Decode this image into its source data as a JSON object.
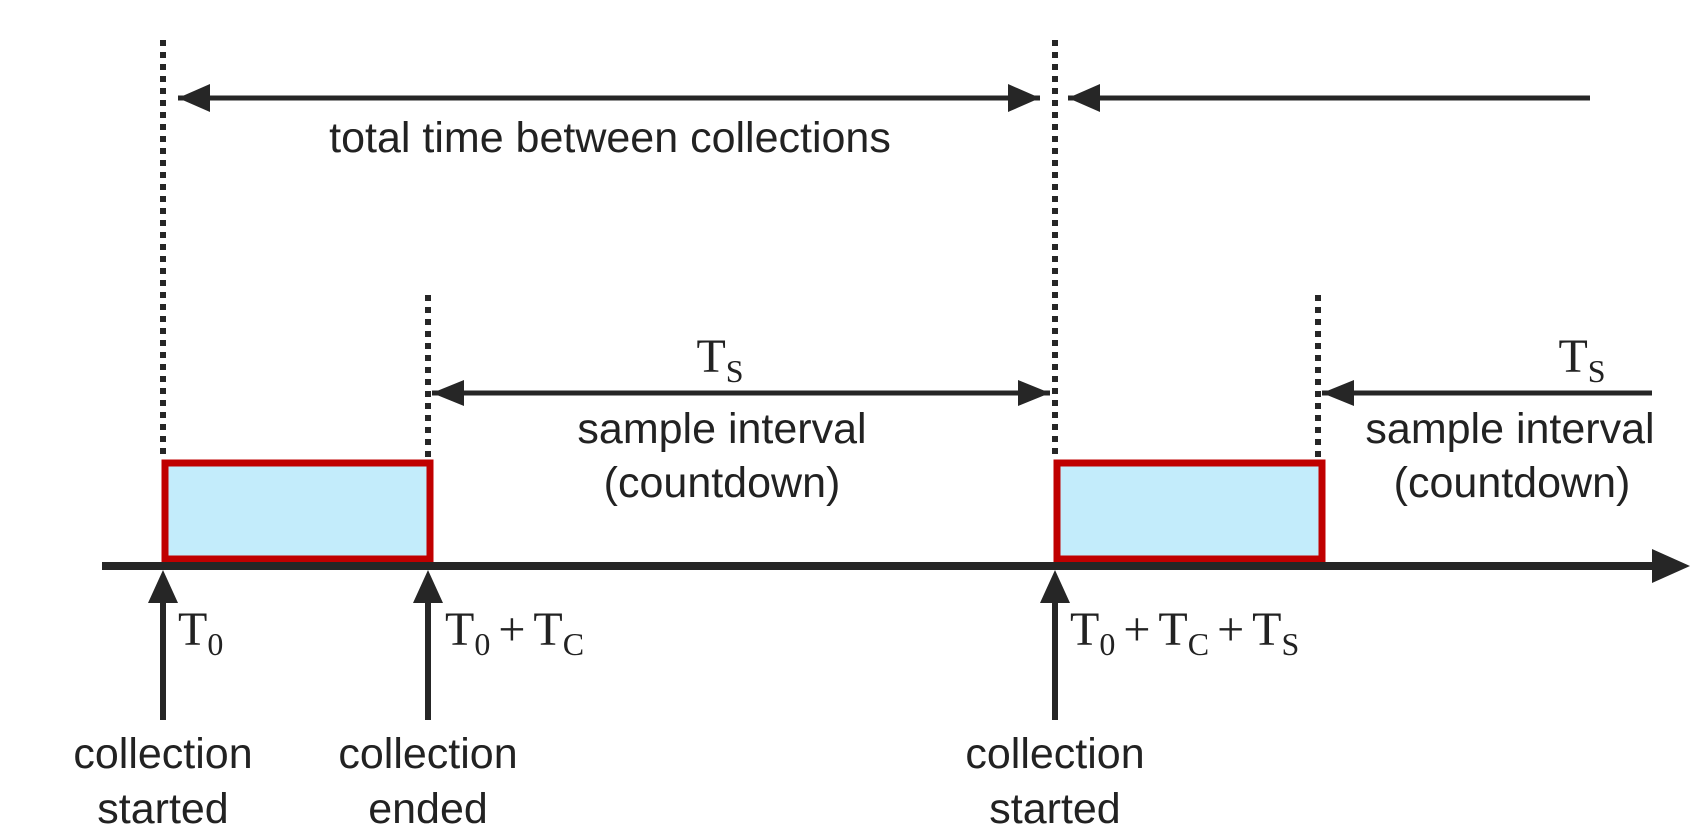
{
  "colors": {
    "line": "#262626",
    "block_fill": "#c3ecfb",
    "block_border": "#c00000",
    "text": "#222222"
  },
  "labels": {
    "total_time": "total time between collections",
    "ts_label_1": {
      "main": "T",
      "sub": "S"
    },
    "ts_label_2": {
      "main": "T",
      "sub": "S"
    },
    "sample_interval_1": "sample interval",
    "countdown_1": "(countdown)",
    "sample_interval_2": "sample interval",
    "countdown_2": "(countdown)"
  },
  "time_marks": [
    {
      "formula": {
        "t0": "T",
        "t0_sub": "0"
      },
      "caption_line1": "collection",
      "caption_line2": "started"
    },
    {
      "formula": {
        "t0": "T",
        "t0_sub": "0",
        "plus1": "+",
        "tc": "T",
        "tc_sub": "C"
      },
      "caption_line1": "collection",
      "caption_line2": "ended"
    },
    {
      "formula": {
        "t0": "T",
        "t0_sub": "0",
        "plus1": "+",
        "tc": "T",
        "tc_sub": "C",
        "plus2": "+",
        "ts": "T",
        "ts_sub": "S"
      },
      "caption_line1": "collection",
      "caption_line2": "started"
    }
  ]
}
